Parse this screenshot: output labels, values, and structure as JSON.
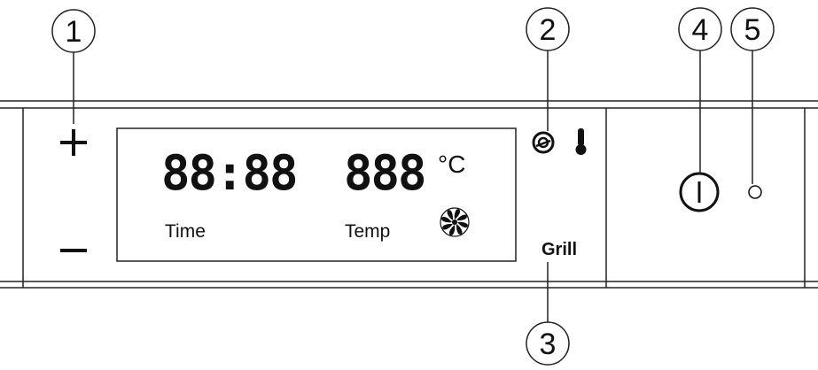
{
  "callouts": [
    "1",
    "2",
    "3",
    "4",
    "5"
  ],
  "controls": {
    "plus_label": "+",
    "minus_label": "−"
  },
  "display": {
    "time_digits": "88:88",
    "temp_digits": "888",
    "temp_unit": "°C",
    "time_label": "Time",
    "temp_label": "Temp",
    "grill_label": "Grill"
  },
  "icons": [
    "plus-icon",
    "minus-icon",
    "timer-icon",
    "thermometer-icon",
    "fan-icon",
    "power-icon",
    "indicator-light-icon"
  ]
}
